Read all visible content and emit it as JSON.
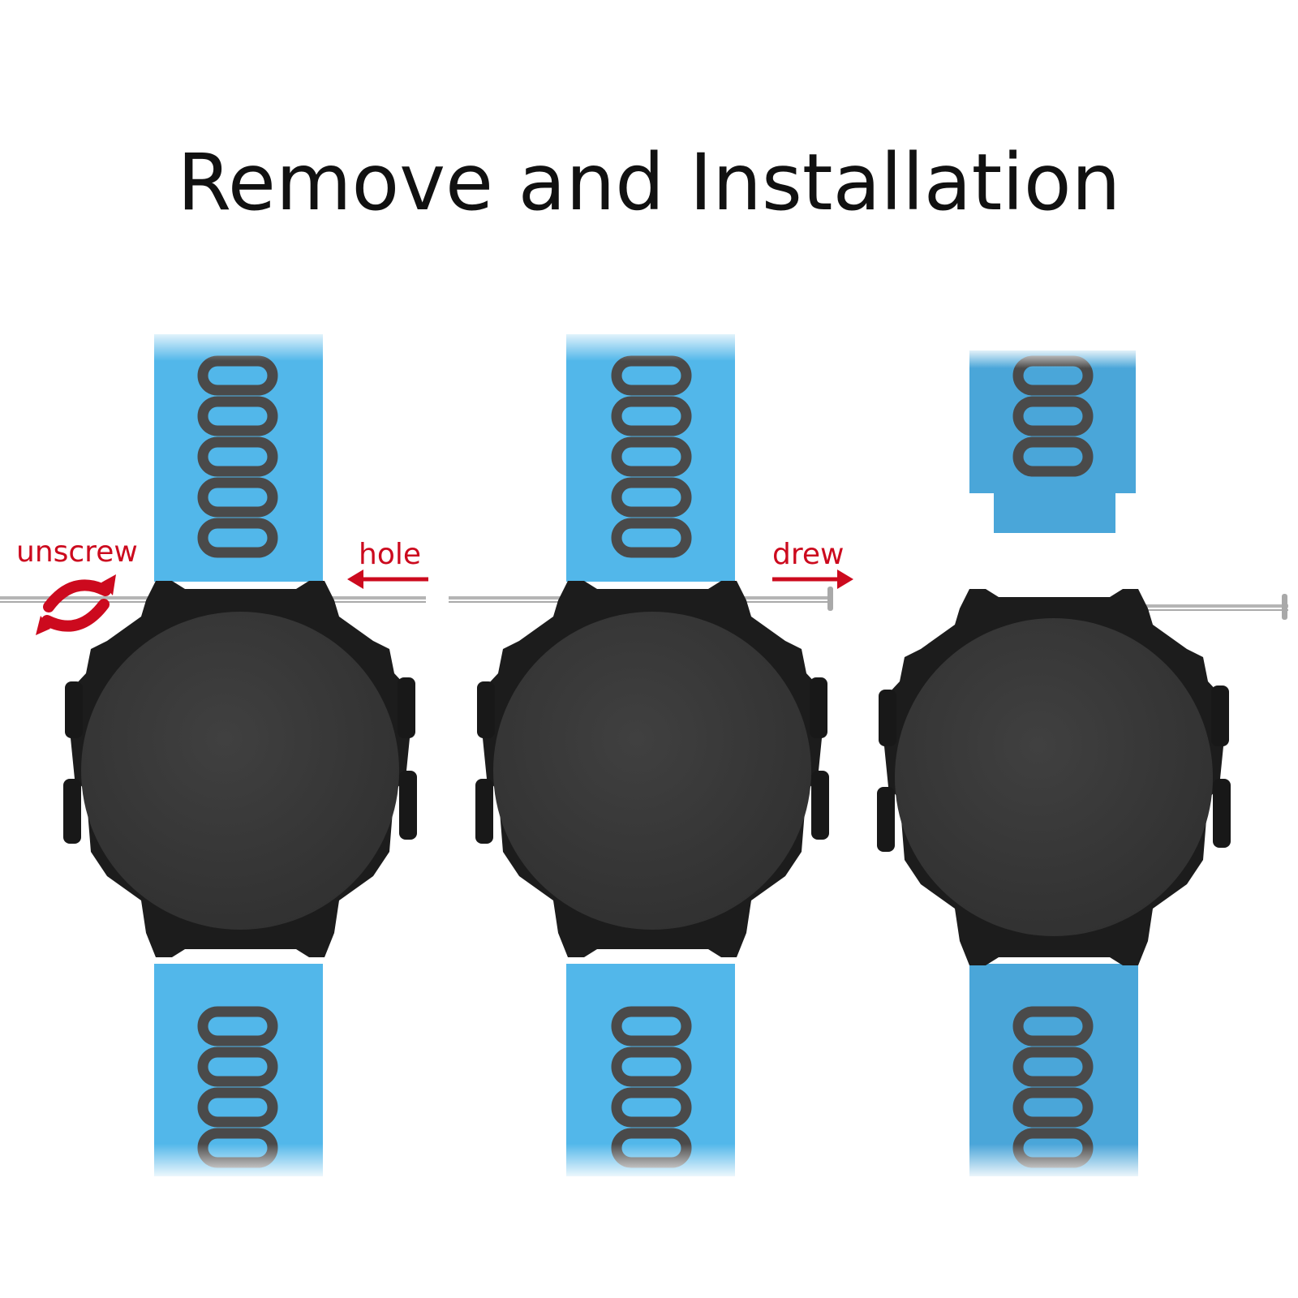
{
  "title": "Remove and Installation",
  "labels": {
    "unscrew": "unscrew",
    "hole": "hole",
    "drew": "drew"
  },
  "colors": {
    "band": "#52b7ea",
    "band_step3": "#4aa6d9",
    "case": "#1c1c1c",
    "face": "#3a3a3a",
    "accent": "#cc0a1e",
    "pin": "#b5b5b5"
  },
  "icons": {
    "rotate": "rotate-arrows-icon",
    "arrow_left": "arrow-left-icon",
    "arrow_right": "arrow-right-icon"
  }
}
